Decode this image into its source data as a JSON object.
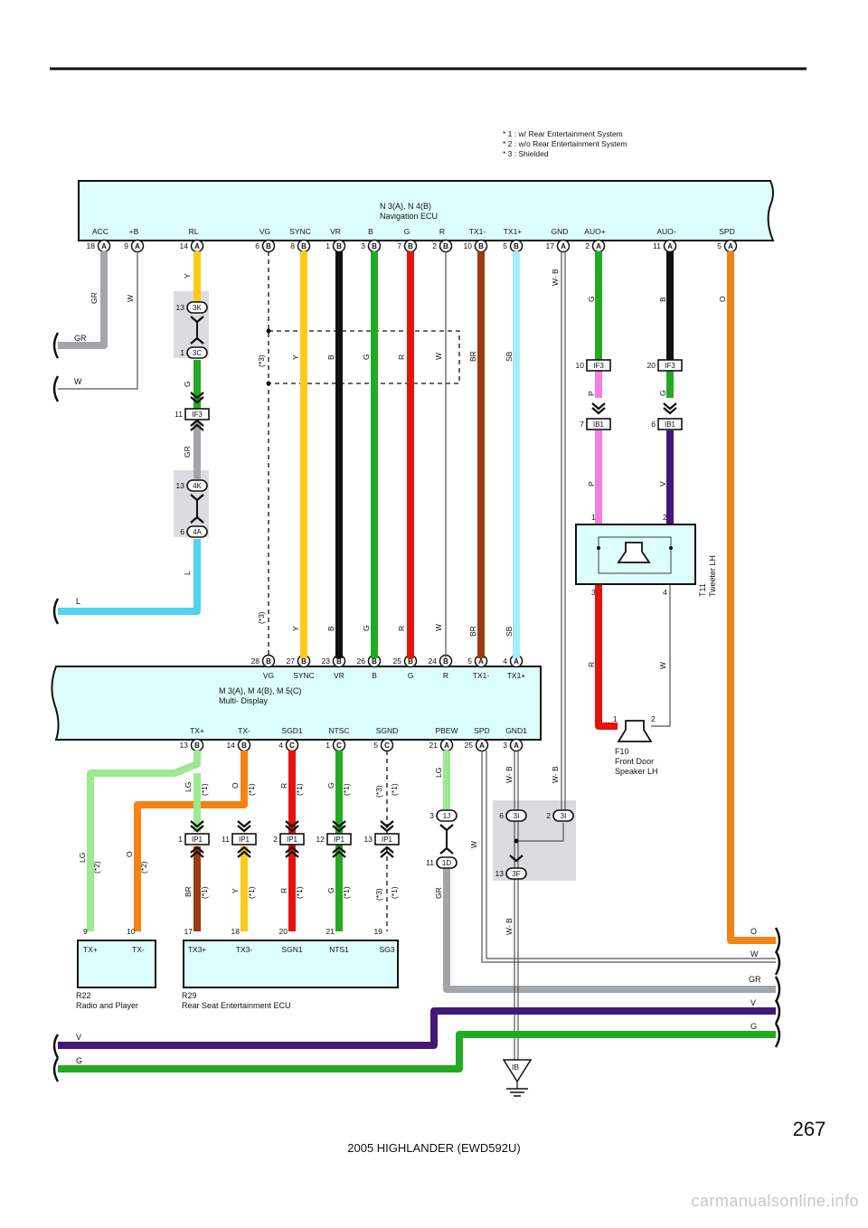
{
  "notes": [
    "* 1 : w/ Rear Entertainment System",
    "* 2 : w/o Rear Entertainment System",
    "* 3 : Shielded"
  ],
  "nav_ecu": {
    "code": "N 3(A), N 4(B)",
    "name": "Navigation ECU",
    "pins": [
      {
        "label": "ACC",
        "num": "18",
        "conn": "A"
      },
      {
        "label": "+B",
        "num": "9",
        "conn": "A"
      },
      {
        "label": "RL",
        "num": "14",
        "conn": "A"
      },
      {
        "label": "VG",
        "num": "6",
        "conn": "B"
      },
      {
        "label": "SYNC",
        "num": "8",
        "conn": "B"
      },
      {
        "label": "VR",
        "num": "1",
        "conn": "B"
      },
      {
        "label": "B",
        "num": "3",
        "conn": "B"
      },
      {
        "label": "G",
        "num": "7",
        "conn": "B"
      },
      {
        "label": "R",
        "num": "2",
        "conn": "B"
      },
      {
        "label": "TX1-",
        "num": "10",
        "conn": "B"
      },
      {
        "label": "TX1+",
        "num": "5",
        "conn": "B"
      },
      {
        "label": "GND",
        "num": "17",
        "conn": "A"
      },
      {
        "label": "AUO+",
        "num": "2",
        "conn": "A"
      },
      {
        "label": "AUO-",
        "num": "11",
        "conn": "A"
      },
      {
        "label": "SPD",
        "num": "5",
        "conn": "A"
      }
    ]
  },
  "multi_display": {
    "code": "M 3(A), M 4(B), M 5(C)",
    "name": "Multi- Display",
    "top_pins": [
      {
        "label": "VG",
        "num": "28",
        "conn": "B"
      },
      {
        "label": "SYNC",
        "num": "27",
        "conn": "B"
      },
      {
        "label": "VR",
        "num": "23",
        "conn": "B"
      },
      {
        "label": "B",
        "num": "26",
        "conn": "B"
      },
      {
        "label": "G",
        "num": "25",
        "conn": "B"
      },
      {
        "label": "R",
        "num": "24",
        "conn": "B"
      },
      {
        "label": "TX1-",
        "num": "5",
        "conn": "A"
      },
      {
        "label": "TX1+",
        "num": "4",
        "conn": "A"
      }
    ],
    "bottom_pins": [
      {
        "label": "TX+",
        "num": "13",
        "conn": "B"
      },
      {
        "label": "TX-",
        "num": "14",
        "conn": "B"
      },
      {
        "label": "SGD1",
        "num": "4",
        "conn": "C"
      },
      {
        "label": "NTSC",
        "num": "1",
        "conn": "C"
      },
      {
        "label": "SGND",
        "num": "5",
        "conn": "C"
      },
      {
        "label": "PBEW",
        "num": "21",
        "conn": "A"
      },
      {
        "label": "SPD",
        "num": "25",
        "conn": "A"
      },
      {
        "label": "GND1",
        "num": "3",
        "conn": "A"
      }
    ]
  },
  "radio": {
    "code": "R22",
    "name": "Radio and Player",
    "pins": [
      {
        "label": "TX+",
        "num": "9"
      },
      {
        "label": "TX-",
        "num": "10"
      }
    ]
  },
  "rse_ecu": {
    "code": "R29",
    "name": "Rear Seat Entertainment ECU",
    "pins": [
      {
        "label": "TX3+",
        "num": "17"
      },
      {
        "label": "TX3-",
        "num": "18"
      },
      {
        "label": "SGN1",
        "num": "20"
      },
      {
        "label": "NTS1",
        "num": "21"
      },
      {
        "label": "SG3",
        "num": "19"
      }
    ]
  },
  "tweeter": {
    "code": "T11",
    "name": "Tweeter LH",
    "pins": [
      "1",
      "2",
      "3",
      "4"
    ]
  },
  "speaker": {
    "code": "F10",
    "name": "Front Door",
    "name2": "Speaker LH",
    "pins": [
      "1",
      "2"
    ]
  },
  "ground": {
    "label": "IB"
  },
  "junctions": {
    "j3k": {
      "pin": "13",
      "id": "3K"
    },
    "j3c": {
      "pin": "1",
      "id": "3C"
    },
    "jif3a": {
      "pin": "11",
      "id": "IF3"
    },
    "j4k": {
      "pin": "13",
      "id": "4K"
    },
    "j4a": {
      "pin": "6",
      "id": "4A"
    },
    "jif3b": {
      "pin": "10",
      "id": "IF3"
    },
    "jif3c": {
      "pin": "20",
      "id": "IF3"
    },
    "jib1a": {
      "pin": "7",
      "id": "IB1"
    },
    "jib1b": {
      "pin": "6",
      "id": "IB1"
    },
    "jip1": [
      {
        "pin": "1",
        "id": "IP1"
      },
      {
        "pin": "11",
        "id": "IP1"
      },
      {
        "pin": "2",
        "id": "IP1"
      },
      {
        "pin": "12",
        "id": "IP1"
      },
      {
        "pin": "13",
        "id": "IP1"
      }
    ],
    "j1j": {
      "pin": "3",
      "id": "1J"
    },
    "j1d": {
      "pin": "11",
      "id": "1D"
    },
    "j3ia": {
      "pin": "6",
      "id": "3I"
    },
    "j3ib": {
      "pin": "2",
      "id": "3I"
    },
    "j3f": {
      "pin": "13",
      "id": "3F"
    }
  },
  "wire_labels": {
    "gr": "GR",
    "w": "W",
    "y": "Y",
    "g": "G",
    "l": "L",
    "b": "B",
    "r": "R",
    "br": "BR",
    "sb": "SB",
    "wb": "W- B",
    "p": "P",
    "v": "V",
    "o": "O",
    "lg": "LG",
    "star1": "(*1)",
    "star2": "(*2)",
    "star3": "(*3)"
  },
  "edge_labels": {
    "left_gr": "GR",
    "left_w": "W",
    "left_l": "L",
    "left_v": "V",
    "left_g": "G",
    "right_o": "O",
    "right_w": "W",
    "right_gr": "GR",
    "right_v": "V",
    "right_g": "G"
  },
  "colors": {
    "Y": "#ffc91a",
    "G": "#22aa22",
    "GR": "#a3a6a8",
    "L": "#4fd3f0",
    "B": "#111111",
    "R": "#e8120c",
    "BR": "#9a3b10",
    "SB": "#a8ecfa",
    "P": "#f47ddf",
    "V": "#43187a",
    "O": "#f58214",
    "LG": "#9aea8e",
    "panel": "#dcfffc",
    "junction_shade": "#dadcdf"
  },
  "footer": {
    "page_number": "267",
    "doc_title": "2005 HIGHLANDER (EWD592U)",
    "watermark": "carmanualsonline.info"
  }
}
